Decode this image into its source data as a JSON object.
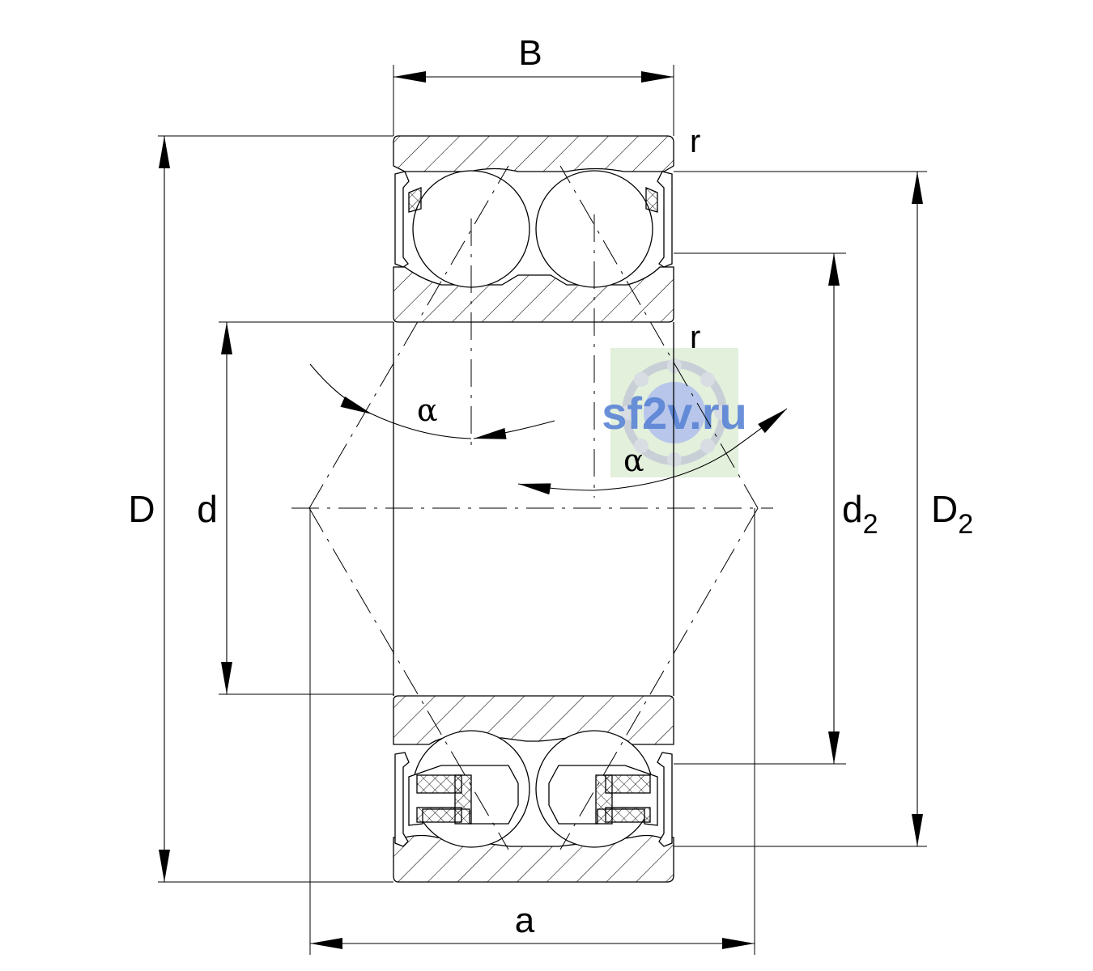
{
  "labels": {
    "B": "B",
    "D": "D",
    "d": "d",
    "d2": {
      "base": "d",
      "sub": "2"
    },
    "D2": {
      "base": "D",
      "sub": "2"
    },
    "a": "a",
    "r_top": "r",
    "r_inner": "r",
    "alpha_left": "α",
    "alpha_right": "α"
  },
  "watermark": {
    "text": "sf2v.ru",
    "color": "#5b84d6",
    "bg": "#e3f0dc"
  },
  "colors": {
    "line": "#000000"
  }
}
